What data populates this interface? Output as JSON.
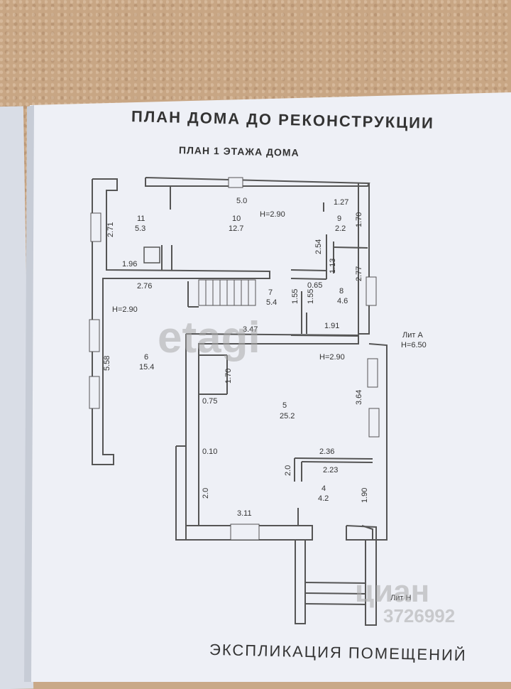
{
  "title": "ПЛАН ДОМА ДО РЕКОНСТРУКЦИИ",
  "subtitle": "ПЛАН 1 ЭТАЖА ДОМА",
  "footer_title": "ЭКСПЛИКАЦИЯ ПОМЕЩЕНИЙ",
  "lit_a": "Лит А",
  "lit_a_height": "H=6.50",
  "lit_h": "Лит Н",
  "watermark_etagi": "etagi",
  "watermark_cian": "циан",
  "watermark_id": "3726992",
  "rooms": {
    "r11": {
      "num": "11",
      "area": "5.3"
    },
    "r10": {
      "num": "10",
      "area": "12.7"
    },
    "r9": {
      "num": "9",
      "area": "2.2"
    },
    "r7": {
      "num": "7",
      "area": "5.4"
    },
    "r8": {
      "num": "8",
      "area": "4.6"
    },
    "r6": {
      "num": "6",
      "area": "15.4"
    },
    "r5": {
      "num": "5",
      "area": "25.2"
    },
    "r4": {
      "num": "4",
      "area": "4.2"
    }
  },
  "heights": {
    "h10": "H=2.90",
    "h6": "H=2.90",
    "h5": "H=2.90"
  },
  "dims": {
    "d_5_0": "5.0",
    "d_1_27": "1.27",
    "d_2_71": "2.71",
    "d_1_70a": "1.70",
    "d_2_54": "2.54",
    "d_1_96": "1.96",
    "d_1_13": "1.13",
    "d_2_77": "2.77",
    "d_2_76": "2.76",
    "d_0_65": "0.65",
    "d_1_55a": "1.55",
    "d_1_55b": "1.55",
    "d_3_47": "3.47",
    "d_1_91": "1.91",
    "d_5_58": "5.58",
    "d_1_70b": "1.70",
    "d_0_75": "0.75",
    "d_3_64": "3.64",
    "d_0_10": "0.10",
    "d_2_36": "2.36",
    "d_2_0a": "2.0",
    "d_2_23": "2.23",
    "d_2_0b": "2.0",
    "d_1_90": "1.90",
    "d_3_11": "3.11"
  }
}
